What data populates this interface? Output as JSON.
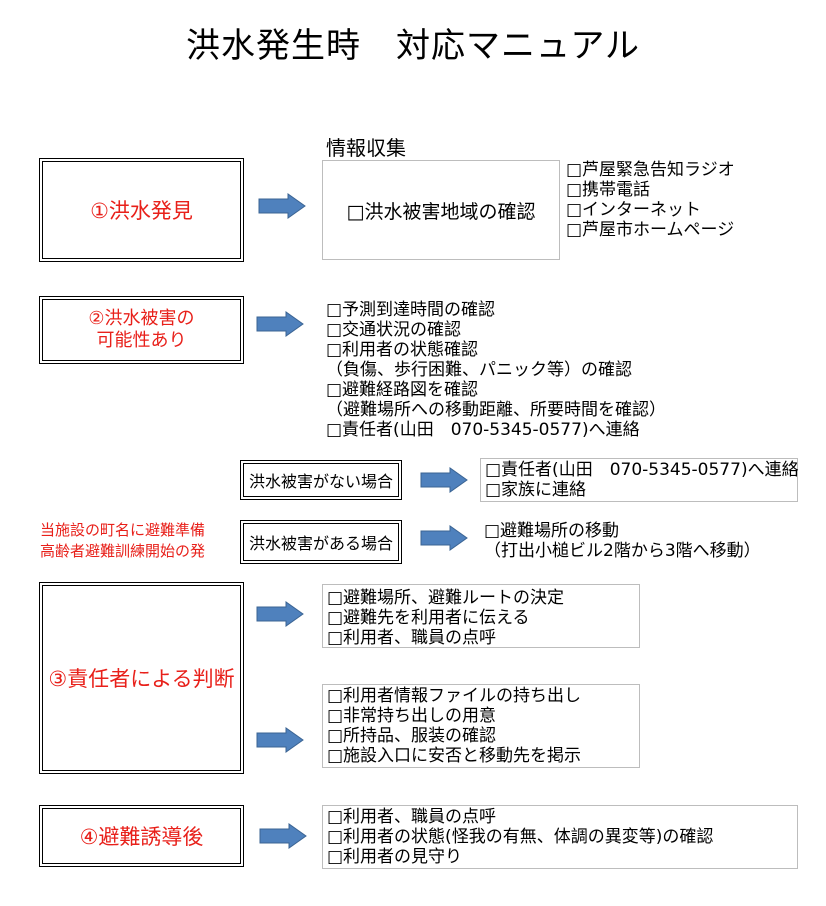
{
  "title": "洪水発生時　対応マニュアル",
  "colors": {
    "red": "#e8201a",
    "arrow_fill": "#4f81bd",
    "arrow_stroke": "#3b6493"
  },
  "step1": {
    "label": "①洪水発見",
    "info_heading": "情報収集",
    "check": "□洪水被害地域の確認",
    "sources": [
      "□芦屋緊急告知ラジオ",
      "□携帯電話",
      "□インターネット",
      "□芦屋市ホームページ"
    ]
  },
  "step2": {
    "label_line1": "②洪水被害の",
    "label_line2": "可能性あり",
    "items": [
      "□予測到達時間の確認",
      "□交通状況の確認",
      "□利用者の状態確認",
      "（負傷、歩行困難、パニック等）の確認",
      "□避難経路図を確認",
      "（避難場所への移動距離、所要時間を確認）",
      "□責任者(山田　070-5345-0577)へ連絡"
    ]
  },
  "no_damage": {
    "label": "洪水被害がない場合",
    "items": [
      "□責任者(山田　070-5345-0577)へ連絡",
      "□家族に連絡"
    ]
  },
  "damage": {
    "label": "洪水被害がある場合",
    "side_note_line1": "当施設の町名に避難準備",
    "side_note_line2": "高齢者避難訓練開始の発",
    "items": [
      "□避難場所の移動",
      "（打出小槌ビル2階から3階へ移動）"
    ]
  },
  "step3": {
    "label": "③責任者による判断",
    "group1": [
      "□避難場所、避難ルートの決定",
      "□避難先を利用者に伝える",
      "□利用者、職員の点呼"
    ],
    "group2": [
      "□利用者情報ファイルの持ち出し",
      "□非常持ち出しの用意",
      "□所持品、服装の確認",
      "□施設入口に安否と移動先を掲示"
    ]
  },
  "step4": {
    "label": "④避難誘導後",
    "items": [
      "□利用者、職員の点呼",
      "□利用者の状態(怪我の有無、体調の異変等)の確認",
      "□利用者の見守り"
    ]
  }
}
